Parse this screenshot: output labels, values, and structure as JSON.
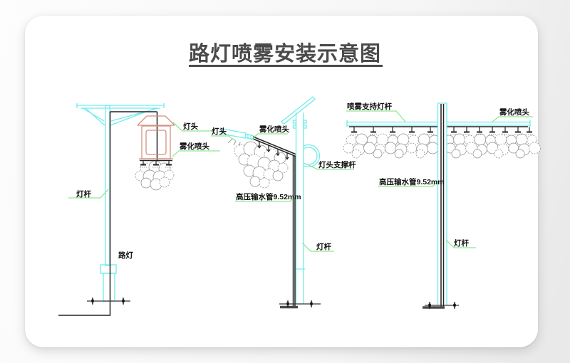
{
  "title": {
    "text": "路灯喷雾安装示意图"
  },
  "colors": {
    "pole_cyan": "#70ecec",
    "lantern_salmon": "#d4917f",
    "leader_green": "#90e890",
    "line_black": "#222222",
    "cloud_gray": "#8a8a8a",
    "title_gray": "#4a4a4a",
    "card_background": "#ffffff"
  },
  "lamps": {
    "left": {
      "description": "traditional lantern street lamp with mist nozzles",
      "labels": {
        "lamp_head": "灯头",
        "atomizing_nozzle": "雾化喷头",
        "lamp_pole": "灯杆",
        "street_lamp": "路灯"
      }
    },
    "middle": {
      "description": "solar street lamp with nozzle support arm",
      "labels": {
        "lamp_head": "灯头",
        "atomizing_nozzle": "雾化喷头",
        "lamp_head_support_rod": "灯头支撑杆",
        "high_pressure_water_pipe": "高压输水管9.52mm",
        "lamp_pole": "灯杆"
      }
    },
    "right": {
      "description": "pole with horizontal spray support bar",
      "labels": {
        "spray_support_lamp_pole": "喷雾支持灯杆",
        "atomizing_nozzle": "雾化喷头",
        "high_pressure_water_pipe": "高压输水管9.52mm",
        "lamp_pole": "灯杆"
      }
    }
  }
}
